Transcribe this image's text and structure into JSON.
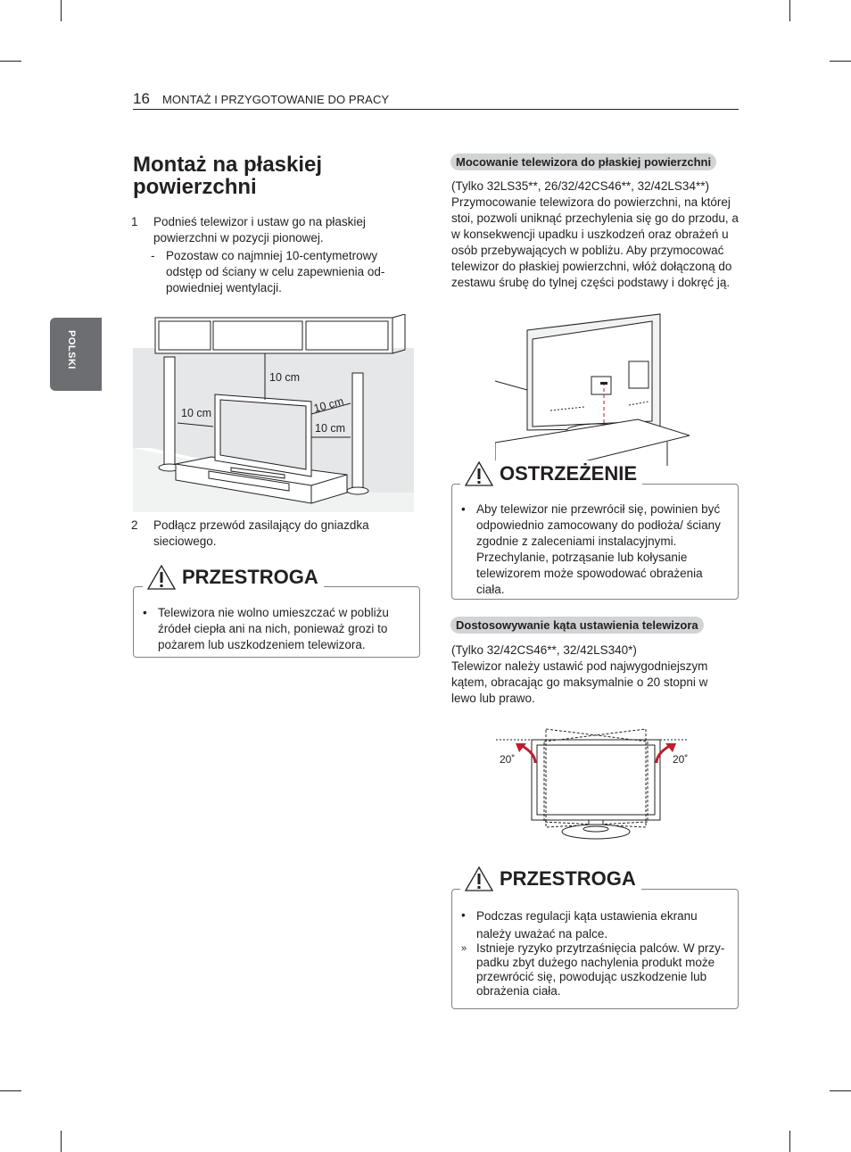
{
  "header": {
    "page_number": "16",
    "section_title": "MONTAŻ I PRZYGOTOWANIE DO PRACY"
  },
  "side_tab": {
    "language": "POLSKI"
  },
  "left": {
    "title": "Montaż na płaskiej powierzchni",
    "step1": {
      "num": "1",
      "text": "Podnieś telewizor i ustaw go na płaskiej powierzchni w pozycji pionowej."
    },
    "step1_sub": {
      "dash": "-",
      "text": "Pozostaw co najmniej 10-centymetrowy odstęp od ściany w celu zapewnienia od-powiedniej wentylacji."
    },
    "diagram_labels": {
      "top": "10 cm",
      "left": "10 cm",
      "right_angled": "10 cm",
      "right": "10 cm"
    },
    "step2": {
      "num": "2",
      "text": "Podłącz przewód zasilający do gniazdka sieciowego."
    },
    "caution": {
      "title": "PRZESTROGA",
      "bullet": "•",
      "text": "Telewizora nie wolno umieszczać w pobliżu źródeł ciepła ani na nich, ponieważ grozi to pożarem lub uszkodzeniem telewizora."
    }
  },
  "right": {
    "section1": {
      "pill": "Mocowanie telewizora do płaskiej powierzchni",
      "models": "(Tylko 32LS35**, 26/32/42CS46**, 32/42LS34**)",
      "text": "Przymocowanie telewizora do powierzchni, na której stoi, pozwoli uniknąć przechylenia się go do przodu, a w konsekwencji upadku i uszkodzeń oraz obrażeń u osób przebywających w pobliżu. Aby przymocować telewizor do płaskiej powierzchni, włóż dołączoną do zestawu śrubę do tylnej części podstawy i dokręć ją."
    },
    "warning": {
      "title": "OSTRZEŻENIE",
      "bullet": "•",
      "text": "Aby telewizor nie przewrócił się, powinien być odpowiednio zamocowany do podłoża/ ściany zgodnie z zaleceniami instalacyjnymi. Przechylanie, potrząsanie lub kołysanie telewizorem może spowodować obrażenia ciała."
    },
    "section2": {
      "pill": "Dostosowywanie kąta ustawienia telewizora",
      "models": "(Tylko  32/42CS46**, 32/42LS340*)",
      "text": "Telewizor należy ustawić pod najwygodniejszym kątem, obracając go maksymalnie o 20 stopni w lewo lub prawo.",
      "angle_left": "20˚",
      "angle_right": "20˚"
    },
    "caution": {
      "title": "PRZESTROGA",
      "bullet": "•",
      "text1": "Podczas regulacji kąta ustawienia ekranu należy uważać na palce.",
      "bullet2": "»",
      "text2": "Istnieje ryzyko przytrzaśnięcia palców. W przy-padku zbyt dużego nachylenia produkt może przewrócić się, powodując uszkodzenie lub obrażenia ciała."
    }
  },
  "icons": [
    "warning-triangle-icon"
  ]
}
